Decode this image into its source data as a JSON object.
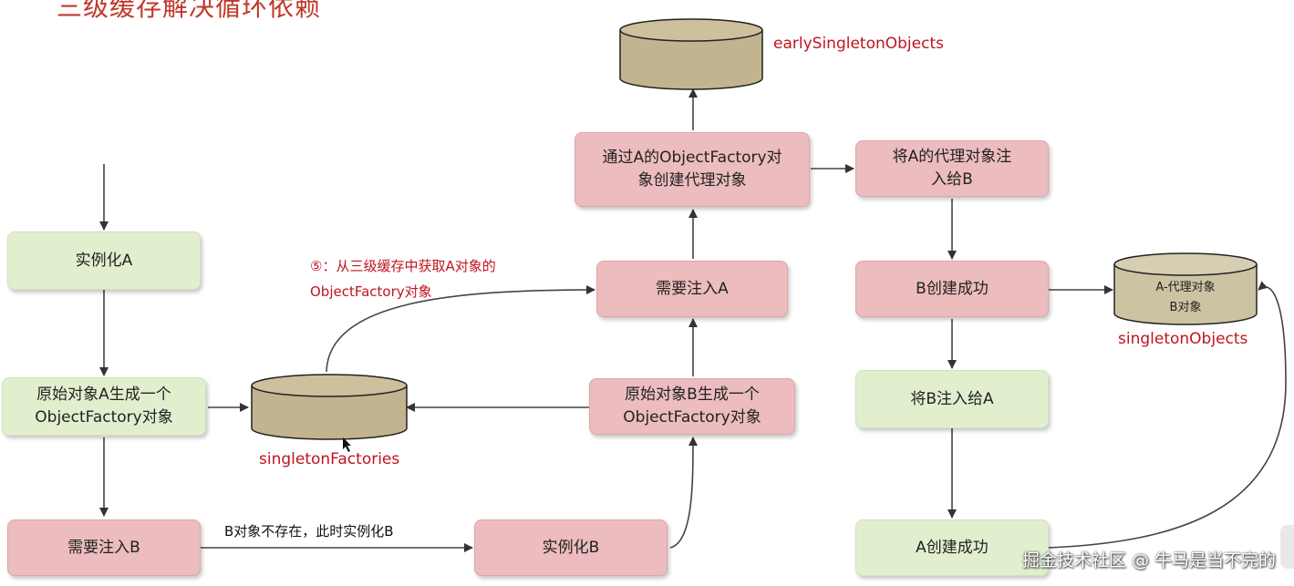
{
  "title": "三级缓存解决循环依赖",
  "nodes": {
    "instantiate_a": "实例化A",
    "factory_a": "原始对象A生成一个\nObjectFactory对象",
    "inject_b": "需要注入B",
    "instantiate_b": "实例化B",
    "factory_b": "原始对象B生成一个\nObjectFactory对象",
    "inject_a": "需要注入A",
    "proxy_create": "通过A的ObjectFactory对\n象创建代理对象",
    "inject_proxy": "将A的代理对象注\n入给B",
    "b_created": "B创建成功",
    "inject_b_to_a": "将B注入给A",
    "a_created": "A创建成功"
  },
  "caches": {
    "early": "earlySingletonObjects",
    "factories": "singletonFactories",
    "singletons": "singletonObjects",
    "singletons_content": "A-代理对象\nB对象"
  },
  "notes": {
    "step5": "⑤：从三级缓存中获取A对象的\nObjectFactory对象",
    "b_missing": "B对象不存在，此时实例化B"
  },
  "watermark": "掘金技术社区 @ 牛马是当不完的",
  "colors": {
    "green": "#e2efcf",
    "pink": "#ecbcbe",
    "cylinder": "#c2b48e",
    "red_text": "#c0141e",
    "arrow": "#333333"
  }
}
